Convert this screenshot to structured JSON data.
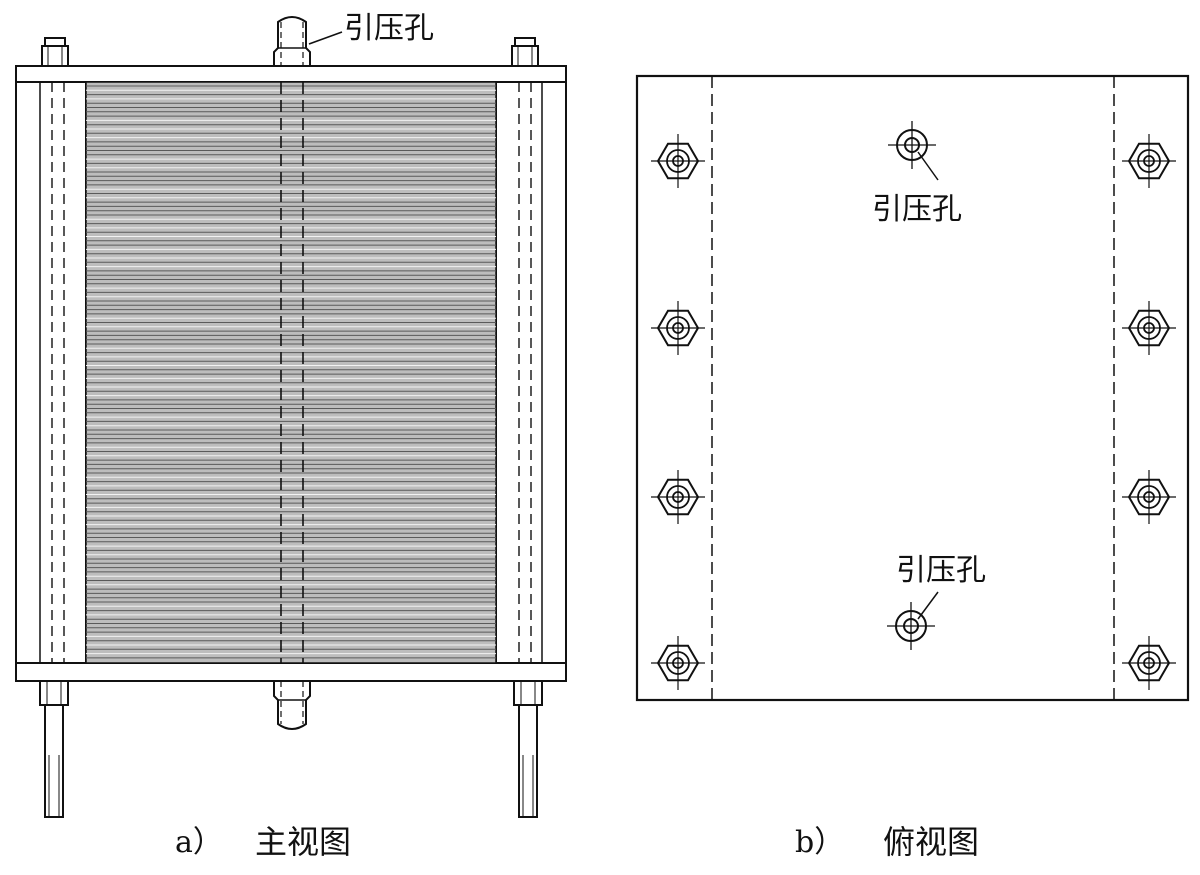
{
  "figure": {
    "front_view": {
      "hole_label": "引压孔",
      "caption_letter": "a）",
      "caption_text": "主视图"
    },
    "top_view": {
      "hole_label_top": "引压孔",
      "hole_label_bottom": "引压孔",
      "caption_letter": "b）",
      "caption_text": "俯视图"
    }
  },
  "colors": {
    "ink": "#111111",
    "plate_fill": "#b9b9b9",
    "background": "#ffffff"
  }
}
